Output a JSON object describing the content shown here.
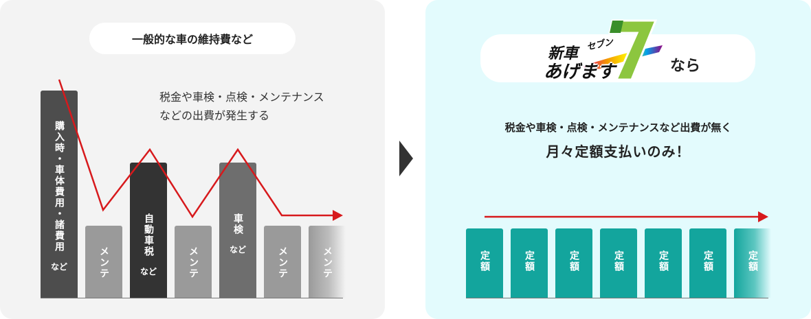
{
  "left": {
    "title": "一般的な車の維持費など",
    "note_line1": "税金や車検・点検・メンテナンス",
    "note_line2": "などの出費が発生する",
    "bars": [
      {
        "label": "購入時・車体費用・諸費用",
        "sub": "など",
        "height": 0.98,
        "color": "#4d4d4d"
      },
      {
        "label": "メンテ",
        "sub": "",
        "height": 0.34,
        "color": "#9a9a9a"
      },
      {
        "label": "自動車税",
        "sub": "など",
        "height": 0.64,
        "color": "#333333"
      },
      {
        "label": "メンテ",
        "sub": "",
        "height": 0.34,
        "color": "#9a9a9a"
      },
      {
        "label": "車検",
        "sub": "など",
        "height": 0.64,
        "color": "#6e6e6e"
      },
      {
        "label": "メンテ",
        "sub": "",
        "height": 0.34,
        "color": "#9a9a9a"
      },
      {
        "label": "メンテ",
        "sub": "",
        "height": 0.34,
        "color": "#9a9a9a",
        "faded": true
      }
    ]
  },
  "right": {
    "logo_line1": "新車",
    "logo_line2": "あげます",
    "logo_tag": "セブン",
    "nara": "なら",
    "note_line1": "税金や車検・点検・メンテナンスなど出費が無く",
    "note_line2": "月々定額支払いのみ！",
    "bars": [
      {
        "label": "定額",
        "color": "#13a59d"
      },
      {
        "label": "定額",
        "color": "#13a59d"
      },
      {
        "label": "定額",
        "color": "#13a59d"
      },
      {
        "label": "定額",
        "color": "#13a59d"
      },
      {
        "label": "定額",
        "color": "#13a59d"
      },
      {
        "label": "定額",
        "color": "#13a59d"
      },
      {
        "label": "定額",
        "color": "#13a59d",
        "faded": true
      }
    ]
  },
  "colors": {
    "trend_line": "#d7191c",
    "left_bg": "#f3f3f3",
    "right_bg": "#e3fbfd",
    "teal": "#13a59d"
  }
}
